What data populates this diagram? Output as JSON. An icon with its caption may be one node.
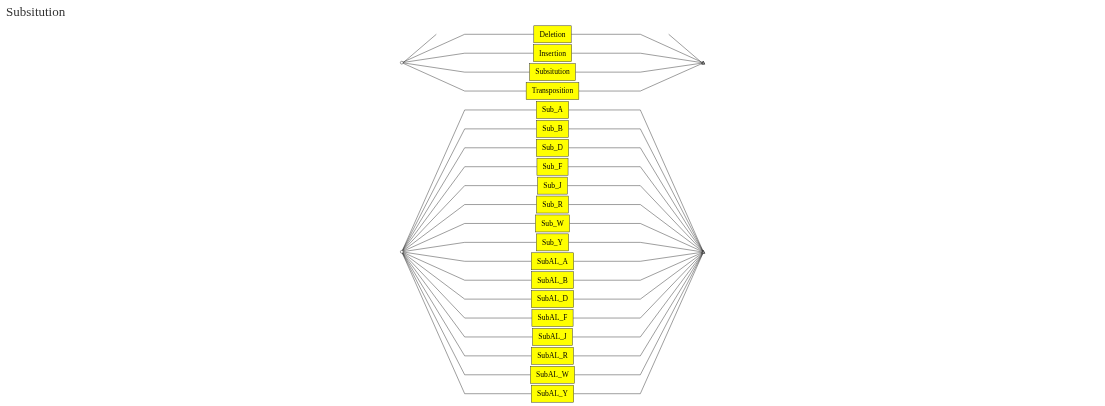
{
  "diagram": {
    "nodes": [
      {
        "text": [],
        "shape": "circle"
      },
      {
        "text": [
          "Deletion"
        ]
      },
      {
        "text": [
          "Insertion"
        ]
      },
      {
        "text": [
          "Subsitution"
        ]
      },
      {
        "text": [
          "Transposition"
        ]
      },
      {
        "text": [],
        "shape": "triangle"
      },
      {
        "text": [],
        "shape": "circle"
      },
      {
        "text": [
          "Sub_A"
        ]
      },
      {
        "text": [
          "Sub_B"
        ]
      },
      {
        "text": [
          "Sub_D"
        ]
      },
      {
        "text": [
          "Sub_F"
        ]
      },
      {
        "text": [
          "Sub_J"
        ]
      },
      {
        "text": [
          "Sub_R"
        ]
      },
      {
        "text": [
          "Sub_W"
        ]
      },
      {
        "text": [
          "Sub_Y"
        ]
      },
      {
        "text": [
          "SubAL_A"
        ]
      },
      {
        "text": [
          "SubAL_B"
        ]
      },
      {
        "text": [
          "SubAL_D"
        ]
      },
      {
        "text": [
          "SubAL_F"
        ]
      },
      {
        "text": [
          "SubAL_J"
        ]
      },
      {
        "text": [
          "SubAL_R"
        ]
      },
      {
        "text": [
          "SubAL_W"
        ]
      },
      {
        "text": [
          "SubAL_Y"
        ]
      },
      {
        "text": [],
        "shape": "triangle"
      }
    ],
    "edges": [
      {
        "from": 0,
        "to": null,
        "arrow": "none"
      },
      {
        "from": 0,
        "to": 1,
        "arrow": "none"
      },
      {
        "from": 0,
        "to": 2,
        "arrow": "none"
      },
      {
        "from": 0,
        "to": 3,
        "arrow": "none"
      },
      {
        "from": 0,
        "to": 4,
        "arrow": "none"
      },
      {
        "from": null,
        "to": 5,
        "arrow": "none"
      },
      {
        "from": 1,
        "to": 5,
        "arrow": "none"
      },
      {
        "from": 2,
        "to": 5,
        "arrow": "none"
      },
      {
        "from": 3,
        "to": 5,
        "arrow": "none"
      },
      {
        "from": 4,
        "to": 5,
        "arrow": "none"
      },
      {
        "from": 6,
        "to": 7,
        "arrow": "none"
      },
      {
        "from": 6,
        "to": 8,
        "arrow": "none"
      },
      {
        "from": 6,
        "to": 9,
        "arrow": "none"
      },
      {
        "from": 6,
        "to": 10,
        "arrow": "none"
      },
      {
        "from": 6,
        "to": 11,
        "arrow": "none"
      },
      {
        "from": 6,
        "to": 12,
        "arrow": "none"
      },
      {
        "from": 6,
        "to": 13,
        "arrow": "none"
      },
      {
        "from": 6,
        "to": 14,
        "arrow": "none"
      },
      {
        "from": 6,
        "to": 15,
        "arrow": "none"
      },
      {
        "from": 6,
        "to": 16,
        "arrow": "none"
      },
      {
        "from": 6,
        "to": 17,
        "arrow": "none"
      },
      {
        "from": 6,
        "to": 18,
        "arrow": "none"
      },
      {
        "from": 6,
        "to": 19,
        "arrow": "none"
      },
      {
        "from": 6,
        "to": 20,
        "arrow": "none"
      },
      {
        "from": 6,
        "to": 21,
        "arrow": "none"
      },
      {
        "from": 6,
        "to": 22,
        "arrow": "none"
      },
      {
        "from": 7,
        "to": 23,
        "arrow": "none"
      },
      {
        "from": 8,
        "to": 23,
        "arrow": "none"
      },
      {
        "from": 9,
        "to": 23,
        "arrow": "none"
      },
      {
        "from": 10,
        "to": 23,
        "arrow": "none"
      },
      {
        "from": 11,
        "to": 23,
        "arrow": "none"
      },
      {
        "from": 12,
        "to": 23,
        "arrow": "none"
      },
      {
        "from": 13,
        "to": 23,
        "arrow": "none"
      },
      {
        "from": 14,
        "to": 23,
        "arrow": "none"
      },
      {
        "from": 15,
        "to": 23,
        "arrow": "none"
      },
      {
        "from": 16,
        "to": 23,
        "arrow": "none"
      },
      {
        "from": 17,
        "to": 23,
        "arrow": "none"
      },
      {
        "from": 18,
        "to": 23,
        "arrow": "none"
      },
      {
        "from": 19,
        "to": 23,
        "arrow": "none"
      },
      {
        "from": 20,
        "to": 23,
        "arrow": "none"
      },
      {
        "from": 21,
        "to": 23,
        "arrow": "none"
      },
      {
        "from": 22,
        "to": 23,
        "arrow": "none"
      }
    ],
    "labels": [
      "Subsitution"
    ]
  }
}
